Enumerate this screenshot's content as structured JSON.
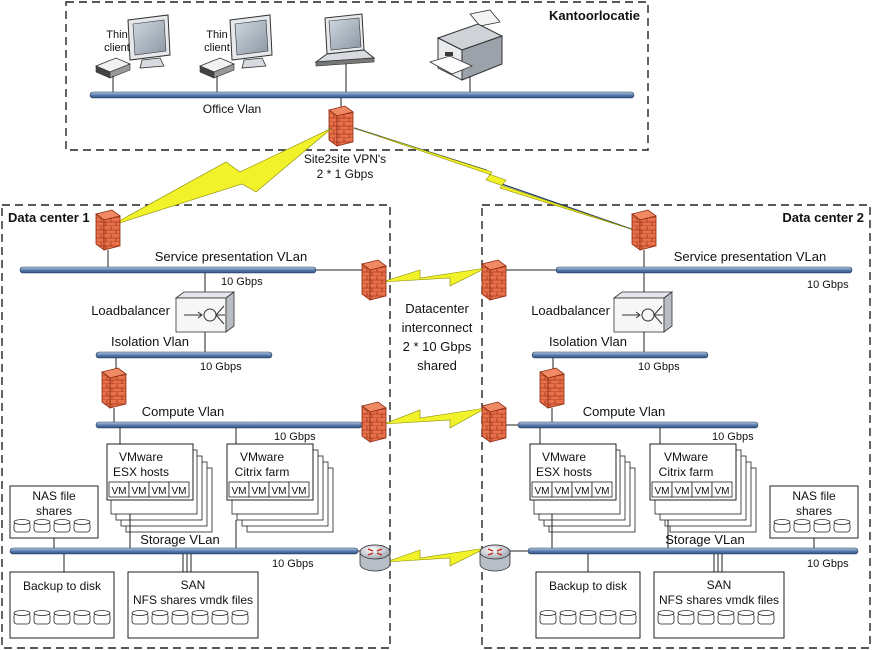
{
  "office": {
    "title": "Kantoorlocatie",
    "vlan": "Office Vlan",
    "thin_client": "Thin\nclient",
    "vpn_line1": "Site2site VPN's",
    "vpn_line2": "2 * 1 Gbps"
  },
  "interconnect": {
    "line1": "Datacenter",
    "line2": "interconnect",
    "line3": "2 * 10 Gbps",
    "line4": "shared"
  },
  "dc1": {
    "title": "Data center 1",
    "service_vlan": "Service presentation VLan",
    "loadbalancer": "Loadbalancer",
    "isolation_vlan": "Isolation Vlan",
    "compute_vlan": "Compute Vlan",
    "storage_vlan": "Storage VLan",
    "speed": "10 Gbps",
    "vmware_esx": [
      "VMware",
      "ESX hosts"
    ],
    "vmware_citrix": [
      "VMware",
      "Citrix farm"
    ],
    "vm": "VM",
    "nas": [
      "NAS file",
      "shares"
    ],
    "backup": "Backup to disk",
    "san": [
      "SAN",
      "NFS shares vmdk files"
    ]
  },
  "dc2": {
    "title": "Data center 2",
    "service_vlan": "Service presentation VLan",
    "loadbalancer": "Loadbalancer",
    "isolation_vlan": "Isolation Vlan",
    "compute_vlan": "Compute Vlan",
    "storage_vlan": "Storage VLan",
    "speed": "10 Gbps",
    "vmware_esx": [
      "VMware",
      "ESX hosts"
    ],
    "vmware_citrix": [
      "VMware",
      "Citrix farm"
    ],
    "vm": "VM",
    "nas": [
      "NAS file",
      "shares"
    ],
    "backup": "Backup to disk",
    "san": [
      "SAN",
      "NFS shares vmdk files"
    ]
  }
}
